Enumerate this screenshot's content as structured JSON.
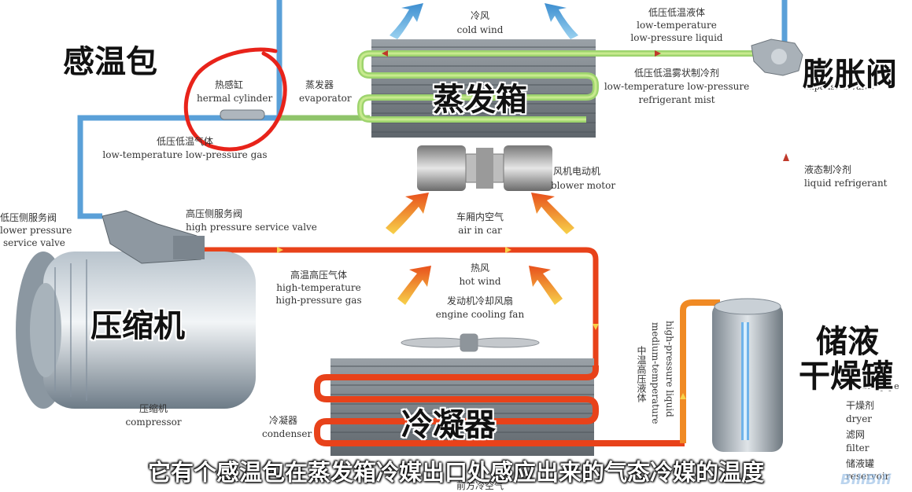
{
  "labels": {
    "sensing_bulb": "感温包",
    "evaporator_box": "蒸发箱",
    "expansion_valve": "膨胀阀",
    "compressor_big": "压缩机",
    "receiver_drier_1": "储液",
    "receiver_drier_2": "干燥罐",
    "condenser_big": "冷凝器"
  },
  "notes": {
    "cold_wind_cn": "冷风",
    "cold_wind_en": "cold wind",
    "low_liquid_cn": "低压低温液体",
    "low_liquid_en1": "low-temperature",
    "low_liquid_en2": "low-pressure liquid",
    "thermal_cyl_cn": "热感缸",
    "thermal_cyl_en": "hermal cylinder",
    "evaporator_cn": "蒸发器",
    "evaporator_en": "evaporator",
    "mist_cn": "低压低温雾状制冷剂",
    "mist_en1": "low-temperature low-pressure",
    "mist_en2": "refrigerant mist",
    "expansion_en": "expansion valve",
    "low_gas_cn": "低压低温气体",
    "low_gas_en": "low-temperature low-pressure gas",
    "blower_cn": "风机电动机",
    "blower_en": "blower motor",
    "liquid_ref_cn": "液态制冷剂",
    "liquid_ref_en": "liquid refrigerant",
    "low_valve_cn": "低压侧服务阀",
    "low_valve_en1": "lower pressure",
    "low_valve_en2": "service valve",
    "high_valve_cn": "高压侧服务阀",
    "high_valve_en": "high pressure service valve",
    "air_in_car_cn": "车厢内空气",
    "air_in_car_en": "air in car",
    "hot_wind_cn": "热风",
    "hot_wind_en": "hot wind",
    "high_gas_cn": "高温高压气体",
    "high_gas_en1": "high-temperature",
    "high_gas_en2": "high-pressure gas",
    "fan_cn": "发动机冷却风扇",
    "fan_en": "engine cooling fan",
    "medium_liquid_cn": "中温高压液体",
    "medium_liquid_en1": "medium-temperature",
    "medium_liquid_en2": "high-pressure liquid",
    "pipe_en": "cylinde pipe",
    "dryer_cn": "干燥剂",
    "dryer_en": "dryer",
    "filter_cn": "滤网",
    "filter_en": "filter",
    "reservoir_cn": "储液罐",
    "reservoir_en": "reservoir",
    "compressor_cn": "压缩机",
    "compressor_en": "compressor",
    "condenser_cn": "冷凝器",
    "condenser_en": "condenser",
    "front_air_cn": "前方冷空气"
  },
  "subtitle": "它有个感温包在蒸发箱冷媒出口处感应出来的气态冷媒的温度",
  "watermark": "BiliBili",
  "colors": {
    "cold_pipe": "#8fc46a",
    "blue_pipe": "#5aa0d8",
    "hot_pipe": "#e8501c",
    "orange_pipe": "#f08a24",
    "yellow_pipe": "#f2c62a",
    "circle": "#e8231a"
  }
}
